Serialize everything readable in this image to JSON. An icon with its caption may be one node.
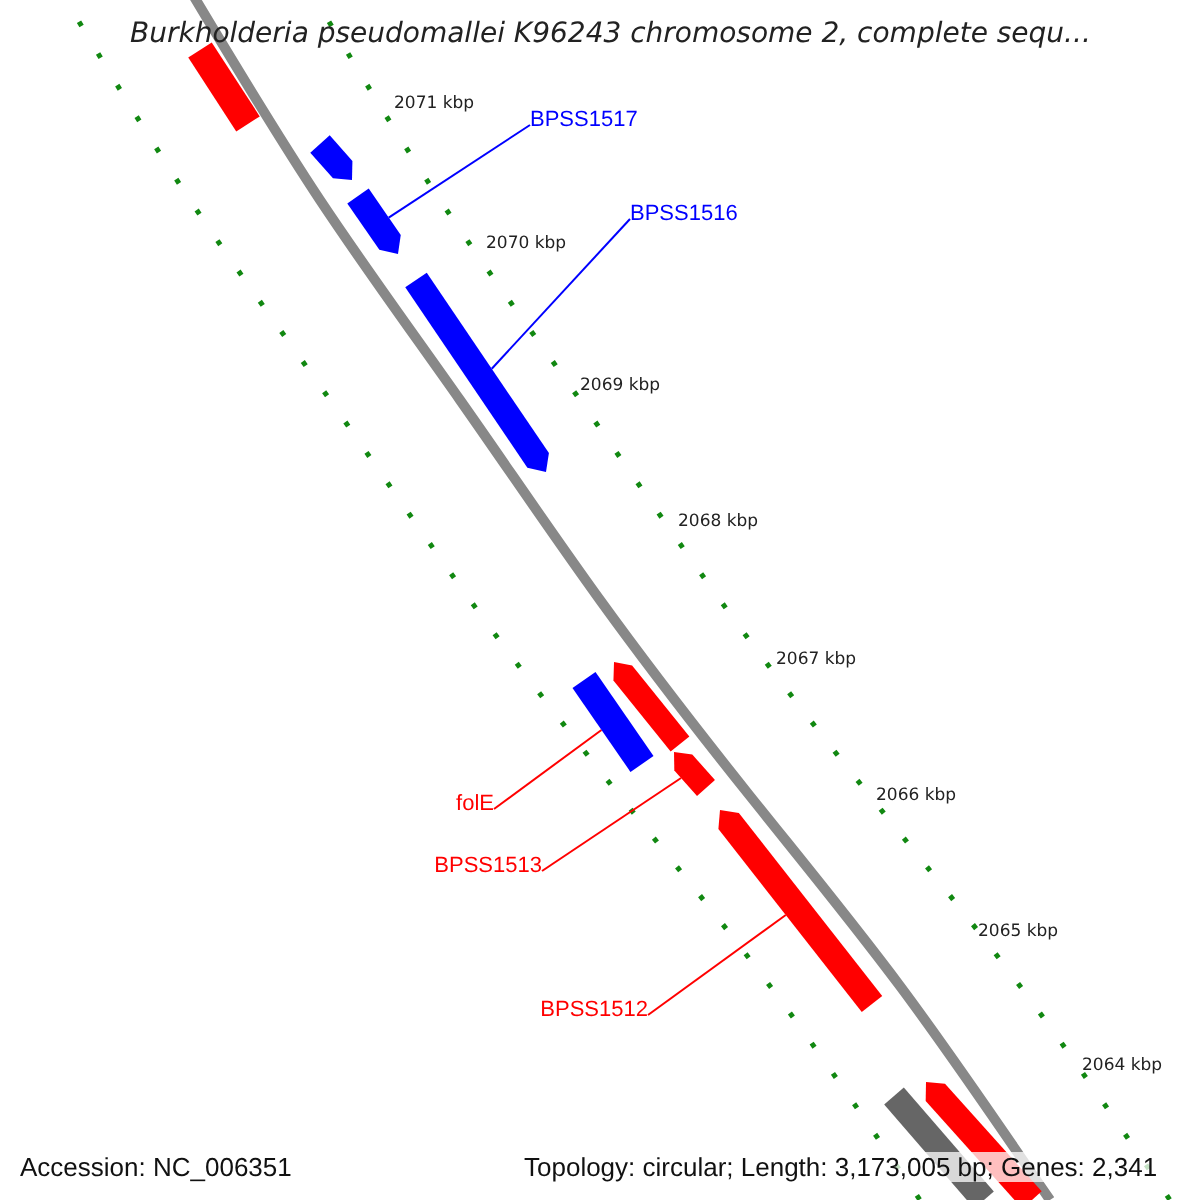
{
  "diagram": {
    "title": "Burkholderia pseudomallei K96243 chromosome 2, complete sequ...",
    "nodes": [
      {
        "text": [
          "BPSS1517"
        ]
      },
      {
        "text": [],
        "shape": "bar"
      },
      {
        "text": [
          "BPSS1516"
        ]
      },
      {
        "text": [],
        "shape": "bar"
      },
      {
        "text": [
          "folE"
        ]
      },
      {
        "text": [],
        "shape": "bar"
      },
      {
        "text": [
          "BPSS1513"
        ]
      },
      {
        "text": [],
        "shape": "bar"
      },
      {
        "text": [
          "BPSS1512"
        ]
      },
      {
        "text": [],
        "shape": "bar"
      },
      {
        "text": [],
        "shape": "bar"
      },
      {
        "text": [],
        "shape": "bar"
      },
      {
        "text": [],
        "shape": "bar"
      },
      {
        "text": [],
        "shape": "bar"
      },
      {
        "text": [],
        "shape": "bar"
      }
    ],
    "edges": [
      {
        "from": 0,
        "to": 1,
        "arrow": "none",
        "color": "#0000ff"
      },
      {
        "from": 2,
        "to": 3,
        "arrow": "none",
        "color": "#0000ff"
      },
      {
        "from": 4,
        "to": 5,
        "arrow": "none",
        "color": "#ff0000"
      },
      {
        "from": 6,
        "to": 7,
        "arrow": "none",
        "color": "#ff0000"
      },
      {
        "from": 8,
        "to": 9,
        "arrow": "none",
        "color": "#ff0000"
      }
    ],
    "labels": [
      "2071 kbp",
      "2070 kbp",
      "2069 kbp",
      "2068 kbp",
      "2067 kbp",
      "2066 kbp",
      "2065 kbp",
      "2064 kbp",
      "Accession: NC_006351",
      "Topology: circular; Length: 3,173,005 bp; Genes: 2,341"
    ]
  }
}
